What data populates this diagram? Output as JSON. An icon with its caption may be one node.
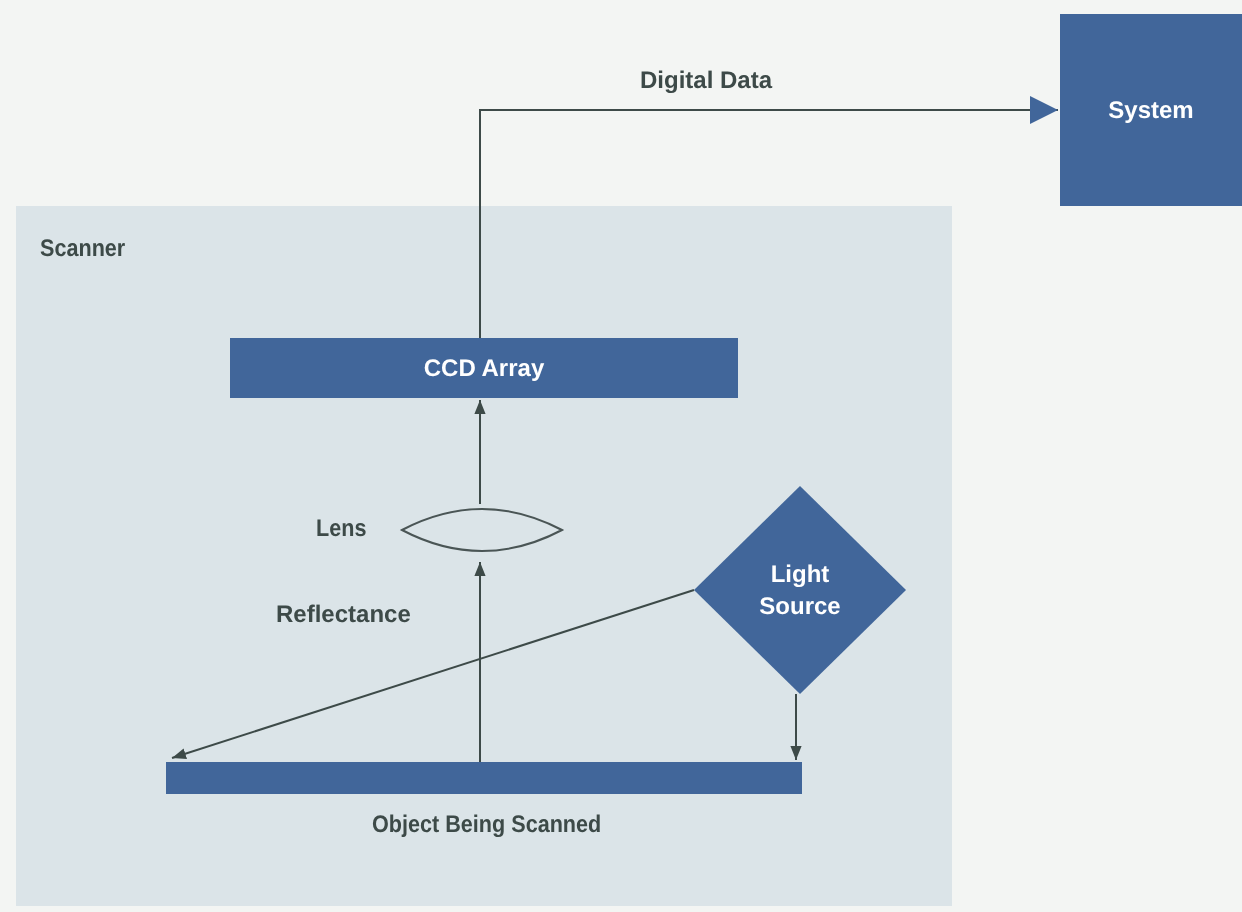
{
  "diagram": {
    "nodes": [
      {
        "text": [
          "Scanner"
        ]
      },
      {
        "text": [
          "System"
        ]
      },
      {
        "text": [
          "CCD Array"
        ],
        "in": 0
      },
      {
        "text": [
          "Lens"
        ],
        "in": 0
      },
      {
        "text": [
          "Light Source"
        ],
        "in": 0
      },
      {
        "text": [
          "Object Being Scanned"
        ],
        "in": 0
      }
    ],
    "edges": [
      {
        "from": 2,
        "to": 1,
        "arrow": "to",
        "label": "Digital Data"
      },
      {
        "from": 3,
        "to": 2,
        "arrow": "to"
      },
      {
        "from": 5,
        "to": 3,
        "arrow": "to",
        "label": "Reflectance"
      },
      {
        "from": 4,
        "to": 5,
        "arrow": "to"
      },
      {
        "from": 4,
        "to": 5,
        "arrow": "to"
      }
    ]
  }
}
